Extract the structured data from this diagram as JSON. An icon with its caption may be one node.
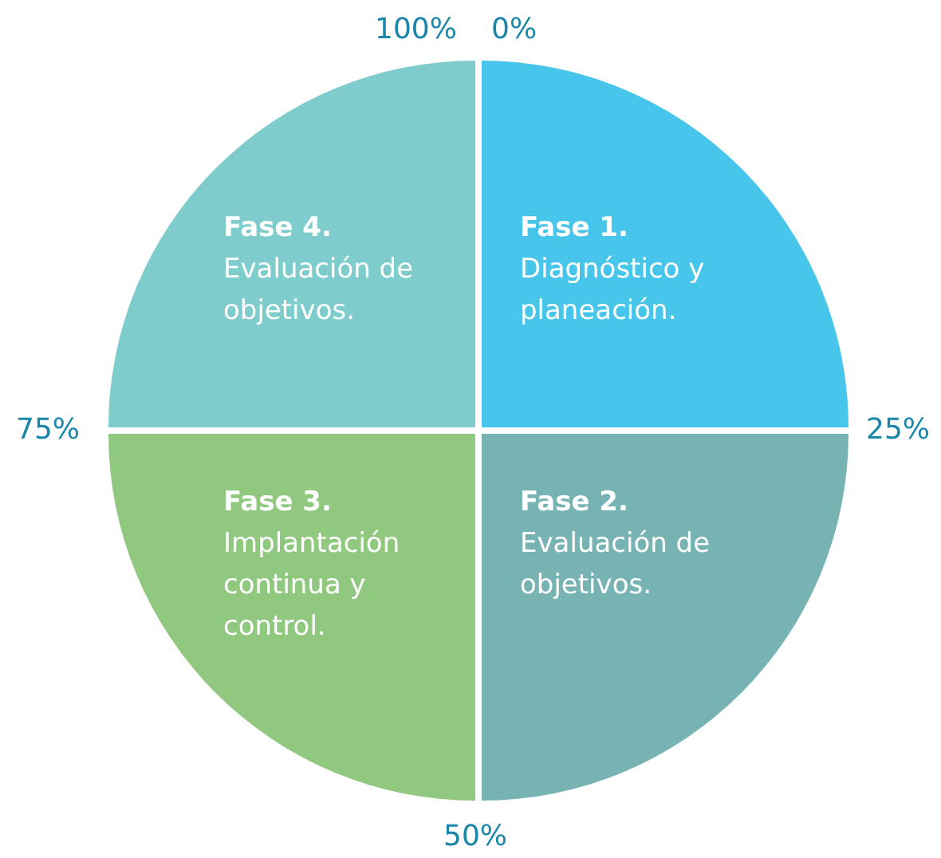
{
  "diagram": {
    "nodes": [
      {
        "text": [
          "Fase 4.",
          "Evaluación de objetivos."
        ]
      },
      {
        "text": [
          "Fase 1.",
          "Diagnóstico y planeación."
        ]
      },
      {
        "text": [
          "Fase 3.",
          "Implantación continua y control."
        ]
      },
      {
        "text": [
          "Fase 2.",
          "Evaluación de objetivos."
        ]
      }
    ],
    "edges": [],
    "labels": [
      "100%",
      "0%",
      "75%",
      "25%",
      "50%"
    ]
  }
}
